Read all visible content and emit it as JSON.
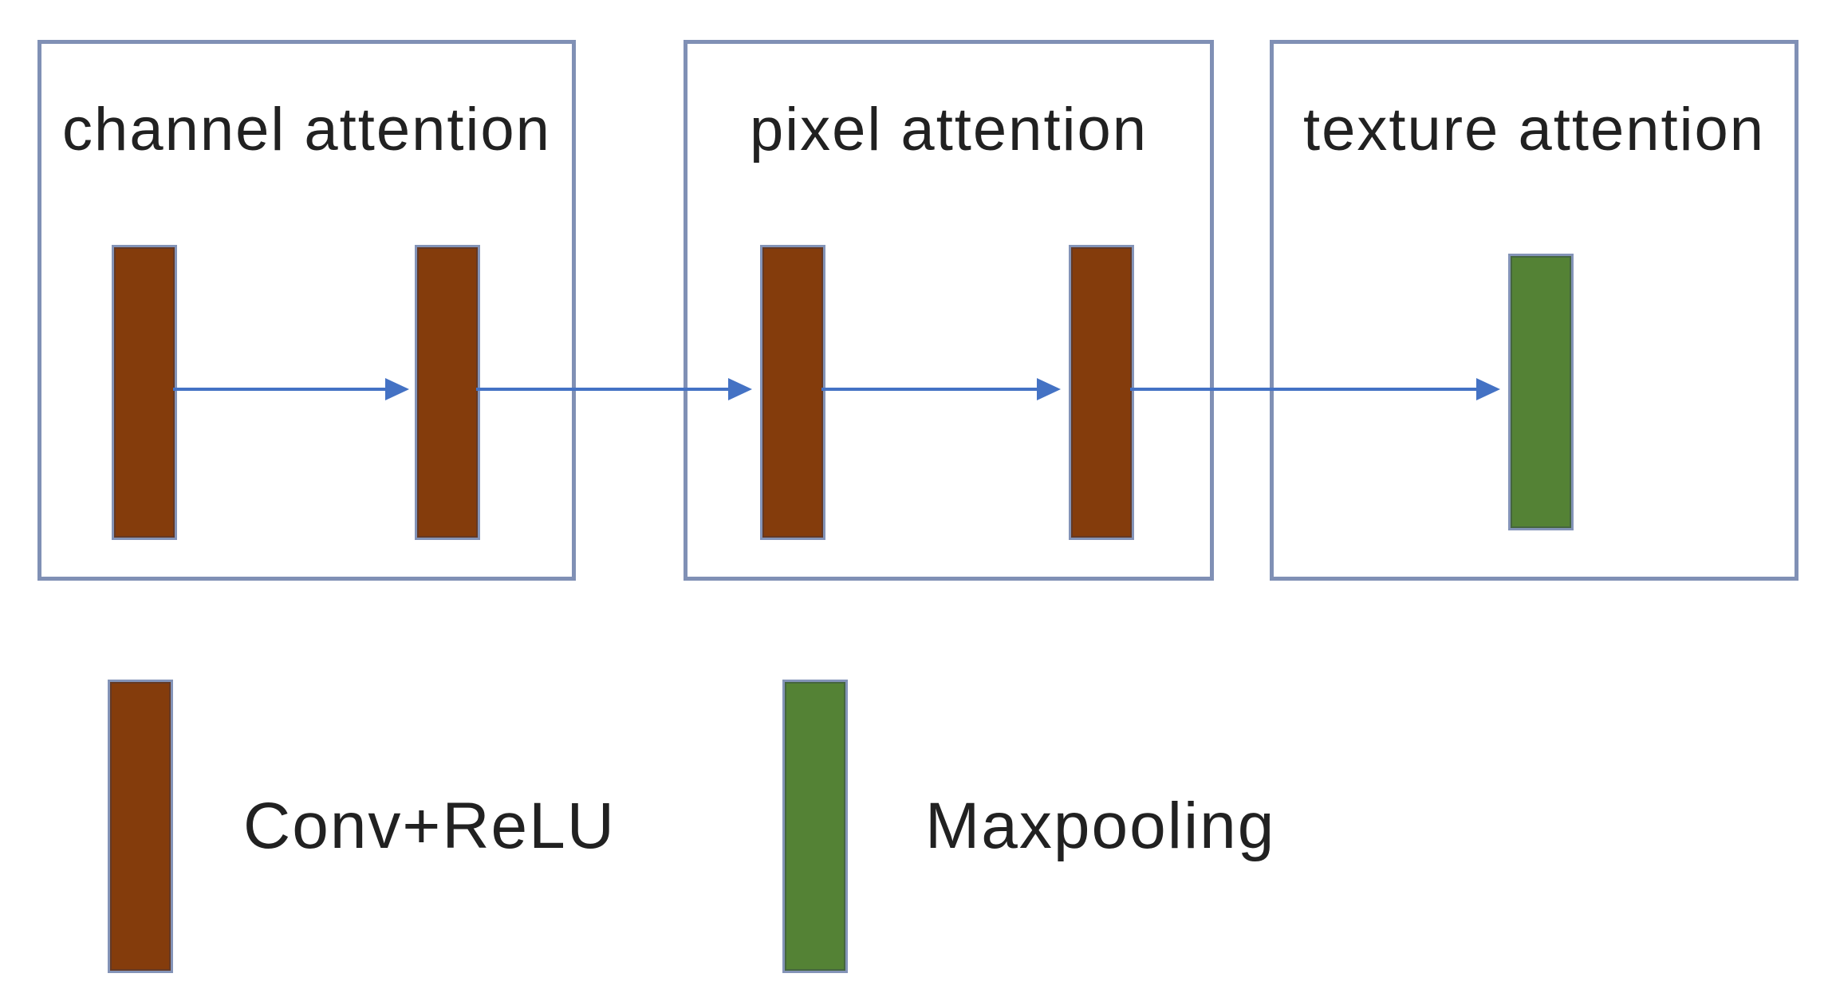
{
  "diagram": {
    "panels": [
      {
        "title": "channel attention"
      },
      {
        "title": "pixel attention"
      },
      {
        "title": "texture attention"
      }
    ],
    "legend": [
      {
        "label": "Conv+ReLU",
        "swatch": "conv"
      },
      {
        "label": "Maxpooling",
        "swatch": "maxpool"
      }
    ],
    "colors": {
      "conv": "#843c0c",
      "maxpool": "#548235",
      "arrow": "#4472c4",
      "frame": "#8090b5"
    }
  }
}
